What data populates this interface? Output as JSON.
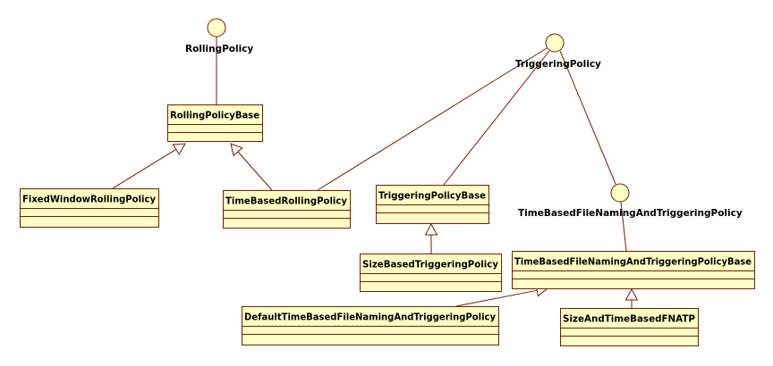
{
  "colors": {
    "class_fill": "#ffffc6",
    "class_stroke": "#7a1b00",
    "line": "#7a1b00",
    "interface_fill": "#ffffc6",
    "text": "#000000",
    "background": "#ffffff"
  },
  "interfaces": [
    {
      "id": "rolling-policy",
      "label": "RollingPolicy"
    },
    {
      "id": "triggering-policy",
      "label": "TriggeringPolicy"
    },
    {
      "id": "time-based-fnatp",
      "label": "TimeBasedFileNamingAndTriggeringPolicy"
    }
  ],
  "classes": [
    {
      "id": "rolling-policy-base",
      "label": "RollingPolicyBase"
    },
    {
      "id": "fixed-window-rolling-policy",
      "label": "FixedWindowRollingPolicy"
    },
    {
      "id": "time-based-rolling-policy",
      "label": "TimeBasedRollingPolicy"
    },
    {
      "id": "triggering-policy-base",
      "label": "TriggeringPolicyBase"
    },
    {
      "id": "size-based-triggering-policy",
      "label": "SizeBasedTriggeringPolicy"
    },
    {
      "id": "time-based-fnatp-base",
      "label": "TimeBasedFileNamingAndTriggeringPolicyBase"
    },
    {
      "id": "default-time-based-fnatp",
      "label": "DefaultTimeBasedFileNamingAndTriggeringPolicy"
    },
    {
      "id": "size-and-time-based-fnatp",
      "label": "SizeAndTimeBasedFNATP"
    }
  ],
  "relations": [
    {
      "type": "realization",
      "from": "rolling-policy-base",
      "to": "rolling-policy"
    },
    {
      "type": "realization",
      "from": "time-based-rolling-policy",
      "to": "triggering-policy"
    },
    {
      "type": "realization",
      "from": "triggering-policy-base",
      "to": "triggering-policy"
    },
    {
      "type": "realization",
      "from": "time-based-fnatp",
      "to": "triggering-policy"
    },
    {
      "type": "realization",
      "from": "time-based-fnatp-base",
      "to": "time-based-fnatp"
    },
    {
      "type": "generalization",
      "from": "fixed-window-rolling-policy",
      "to": "rolling-policy-base"
    },
    {
      "type": "generalization",
      "from": "time-based-rolling-policy",
      "to": "rolling-policy-base"
    },
    {
      "type": "generalization",
      "from": "size-based-triggering-policy",
      "to": "triggering-policy-base"
    },
    {
      "type": "generalization",
      "from": "default-time-based-fnatp",
      "to": "time-based-fnatp-base"
    },
    {
      "type": "generalization",
      "from": "size-and-time-based-fnatp",
      "to": "time-based-fnatp-base"
    }
  ]
}
